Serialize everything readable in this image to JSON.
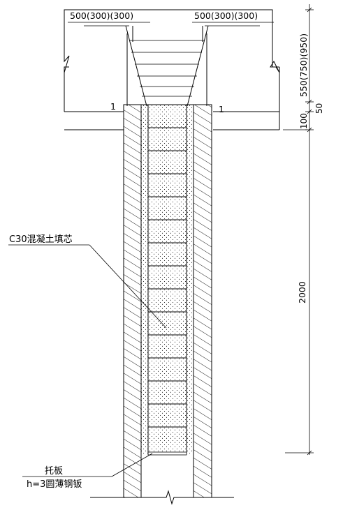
{
  "drawing": {
    "top_dim_left": "500(300)(300)",
    "top_dim_right": "500(300)(300)",
    "section_mark_left": "1",
    "section_mark_right": "1",
    "dim_beam_depth": "550(750)(950)",
    "dim_50": "50",
    "dim_100": "100",
    "dim_2000": "2000",
    "label_fill": "C30混凝土填芯",
    "label_plate_1": "托板",
    "label_plate_2": "h=3圆薄钢钣"
  },
  "colors": {
    "line": "#000000",
    "background": "#ffffff"
  }
}
